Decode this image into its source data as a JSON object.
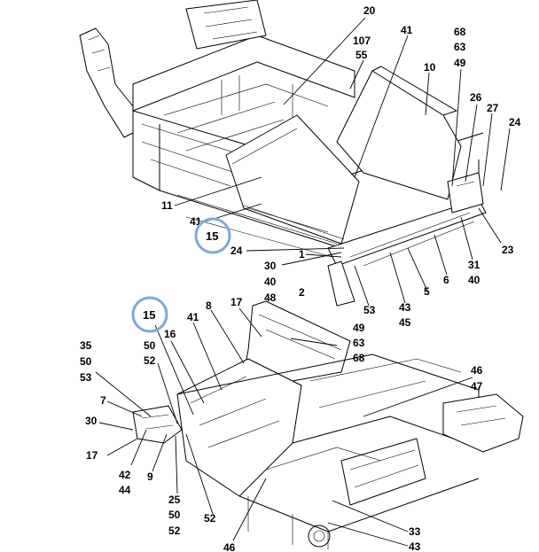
{
  "upper_view": {
    "highlight_label": "15",
    "callouts": {
      "c20": "20",
      "c107": "107",
      "c55": "55",
      "c41a": "41",
      "c68": "68",
      "c63": "63",
      "c49": "49",
      "c10": "10",
      "c26": "26",
      "c27": "27",
      "c24a": "24",
      "c11": "11",
      "c41b": "41",
      "c24b": "24",
      "c23": "23",
      "c30": "30",
      "c40a": "40",
      "c48": "48",
      "c1": "1",
      "c2": "2",
      "c53": "53",
      "c43": "43",
      "c45": "45",
      "c5": "5",
      "c6": "6",
      "c31": "31",
      "c40b": "40"
    }
  },
  "lower_view": {
    "highlight_label": "15",
    "callouts": {
      "c8": "8",
      "c17a": "17",
      "c41": "41",
      "c16": "16",
      "c50a": "50",
      "c52a": "52",
      "c35": "35",
      "c50b": "50",
      "c53": "53",
      "c49": "49",
      "c63": "63",
      "c68": "68",
      "c46a": "46",
      "c47": "47",
      "c7": "7",
      "c30": "30",
      "c17b": "17",
      "c42": "42",
      "c44": "44",
      "c9": "9",
      "c25": "25",
      "c50c": "50",
      "c52b": "52",
      "c52c": "52",
      "c46b": "46",
      "c33": "33",
      "c43": "43"
    }
  },
  "colors": {
    "highlight_circle": "#7fa8d3",
    "line_art": "#000000"
  }
}
